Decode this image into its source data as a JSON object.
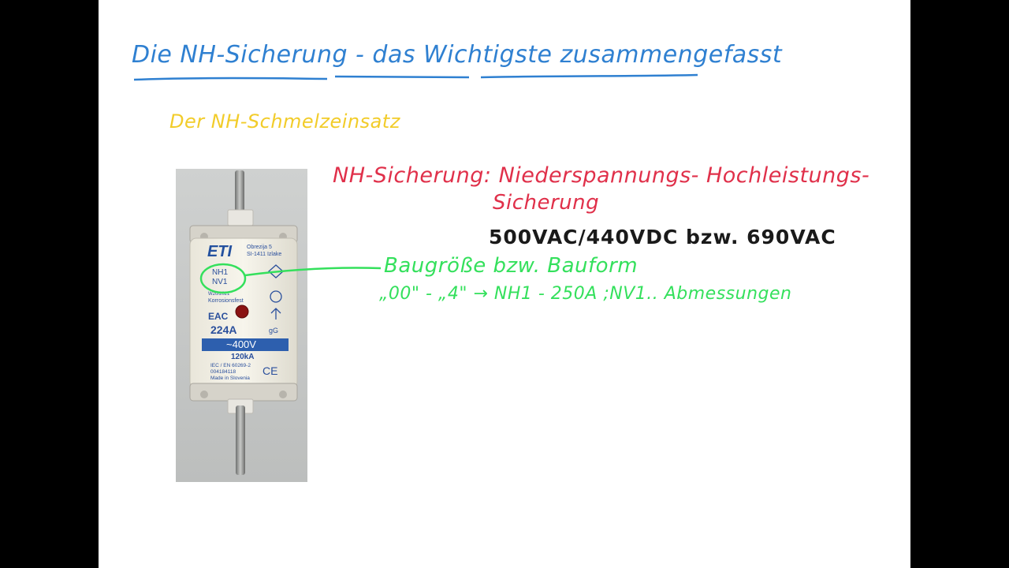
{
  "notes": {
    "title": "Die NH-Sicherung - das Wichtigste zusammengefasst",
    "subtitle": "Der NH-Schmelzeinsatz",
    "definition_line1": "NH-Sicherung: Niederspannungs- Hochleistungs-",
    "definition_line2": "Sicherung",
    "voltage_line": "500VAC/440VDC  bzw. 690VAC",
    "size_line": "Baugröße bzw. Bauform",
    "size_range_line": "„00\" - „4\" → NH1 - 250A ;NV1.. Abmessungen"
  },
  "fuse": {
    "brand": "ETI",
    "maker_line1": "Obrezija 5",
    "maker_line2": "SI-1411 Izlake",
    "type_line1": "NH1",
    "type_line2": "NV1",
    "date_code": "W20/2021",
    "coating": "Korrosionsfest",
    "current": "224A",
    "class": "gG",
    "voltage": "~400V",
    "breaking": "120kA",
    "standard": "IEC / EN 60269-2",
    "code": "004184118",
    "origin": "Made in Slovenia",
    "ce": "CE",
    "eac": "EAC"
  },
  "colors": {
    "title": "#2f80d1",
    "subtitle": "#f2cc2a",
    "definition": "#e0304a",
    "voltage": "#1a1a1a",
    "size": "#34e05c",
    "label_blue": "#2a4f9c"
  }
}
